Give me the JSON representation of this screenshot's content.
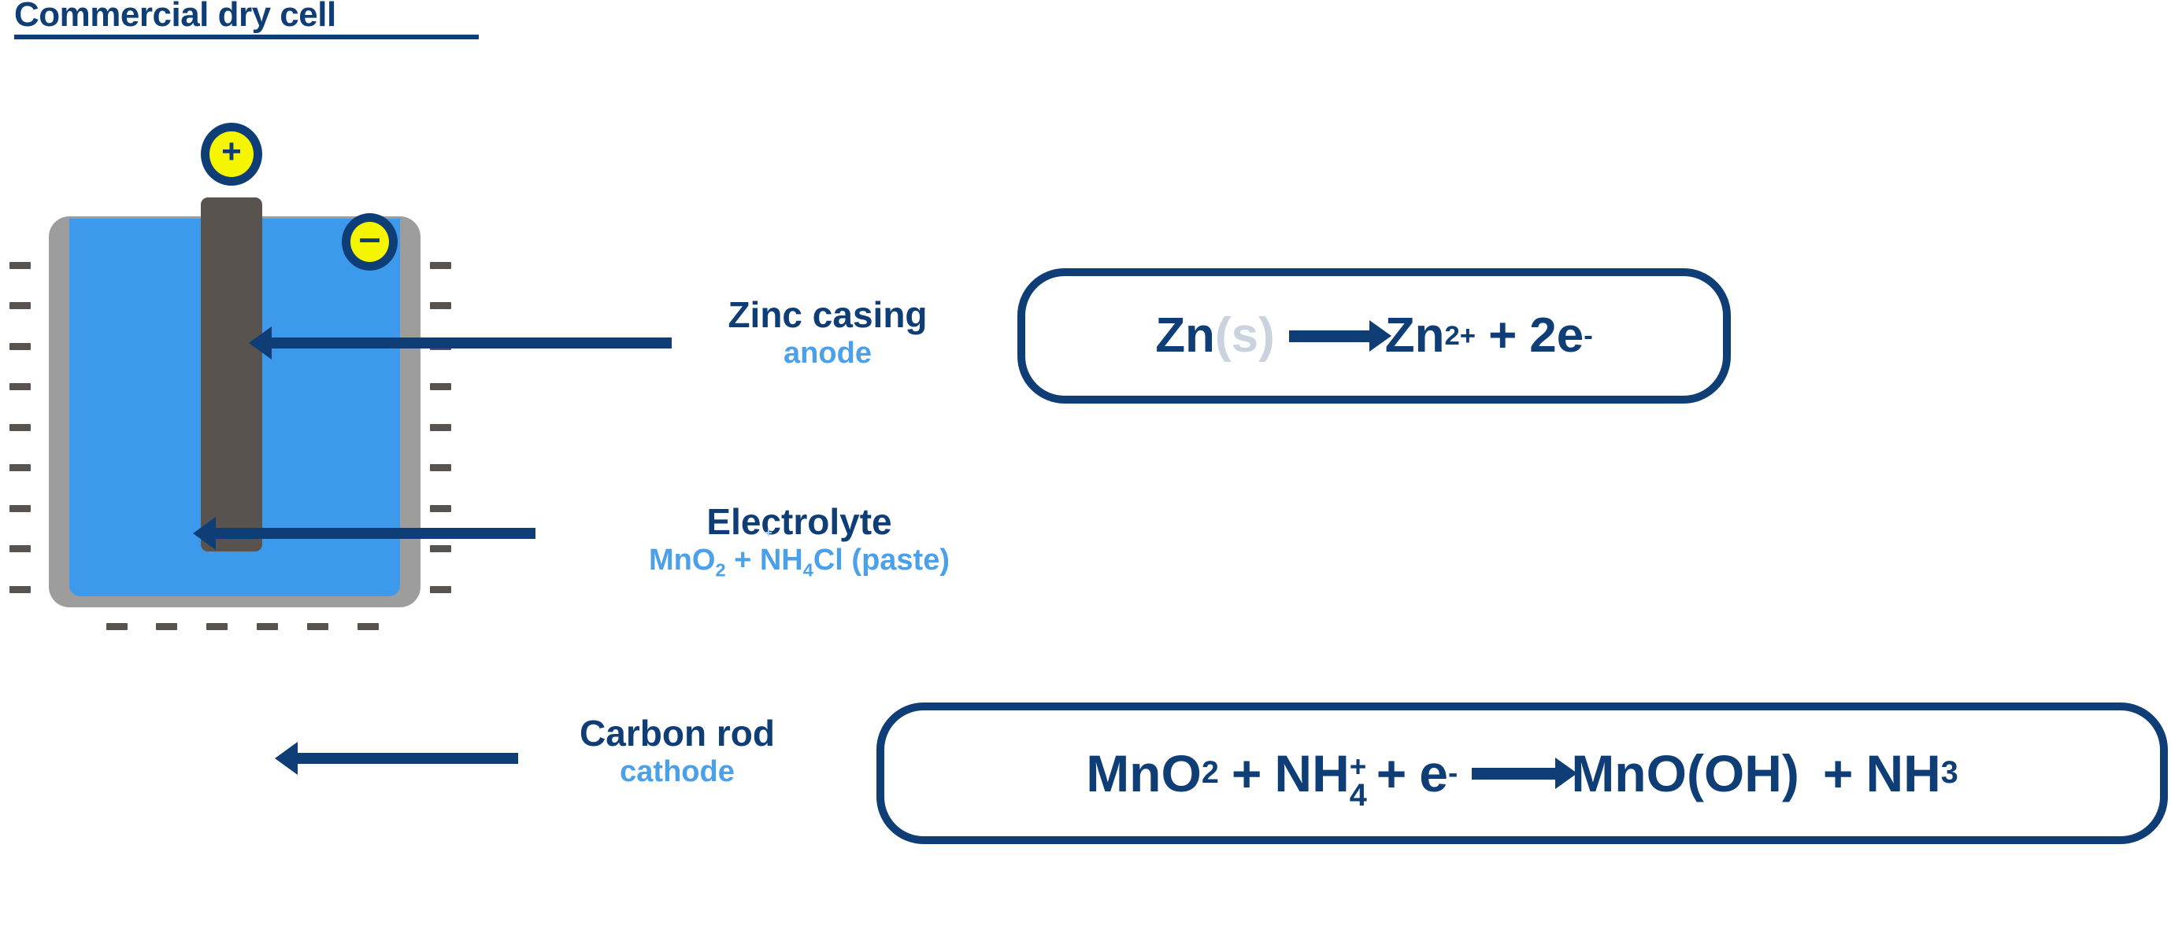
{
  "title": {
    "text": "Commercial dry cell"
  },
  "colors": {
    "navy": "#0f3d75",
    "light_blue": "#4ba0ea",
    "electrolyte_blue": "#3d99ec",
    "casing_gray": "#9d9d9d",
    "carbon_gray": "#58534f",
    "terminal_yellow": "#f5f500",
    "state_gray": "#c9d2dd"
  },
  "diagram": {
    "terminals": [
      {
        "name": "positive-terminal",
        "sign": "+",
        "polarity": "positive"
      },
      {
        "name": "negative-terminal",
        "sign": "–",
        "polarity": "negative"
      }
    ],
    "parts": [
      {
        "name": "zinc-casing",
        "label": "Zinc casing",
        "role": "anode"
      },
      {
        "name": "electrolyte",
        "label": "Electrolyte",
        "role": "MnO2 + NH4Cl (paste)"
      },
      {
        "name": "carbon-rod",
        "label": "Carbon rod",
        "role": "cathode"
      }
    ],
    "tick_count_left": 9,
    "tick_count_right": 9,
    "tick_count_bottom": 6
  },
  "callouts": [
    {
      "name": "zinc-casing",
      "main": "Zinc casing",
      "sub": "anode"
    },
    {
      "name": "electrolyte",
      "main": "Electrolyte",
      "sub_parts": {
        "formula_1": "MnO",
        "sub_1": "2",
        "plus": " + ",
        "formula_2": "NH",
        "sub_2": "4",
        "formula_3": "Cl (paste)",
        "stray_sup": "+"
      },
      "sub_plain": "MnO2 + NH4Cl (paste)"
    },
    {
      "name": "carbon-rod",
      "main": "Carbon rod",
      "sub": "cathode"
    }
  ],
  "equations": [
    {
      "name": "anode-half-reaction",
      "plain": "Zn(s) → Zn2+ + 2e-",
      "tokens": {
        "reactant": "Zn",
        "reactant_state": "(s)",
        "product": "Zn",
        "product_charge": "2+",
        "plus": "+",
        "electrons": "2e",
        "electron_charge": "-"
      }
    },
    {
      "name": "cathode-half-reaction",
      "plain": "MnO2 + NH4+ + e- → MnO(OH) + NH3",
      "tokens": {
        "r1": "MnO",
        "r1_sub": "2",
        "op1": "+",
        "r2": "NH",
        "r2_sub": "4",
        "r2_sup": "+",
        "op2": "+",
        "r3": "e",
        "r3_sup": "-",
        "p1": "MnO(OH)",
        "op3": "+",
        "p2": "NH",
        "p2_sub": "3"
      }
    }
  ]
}
